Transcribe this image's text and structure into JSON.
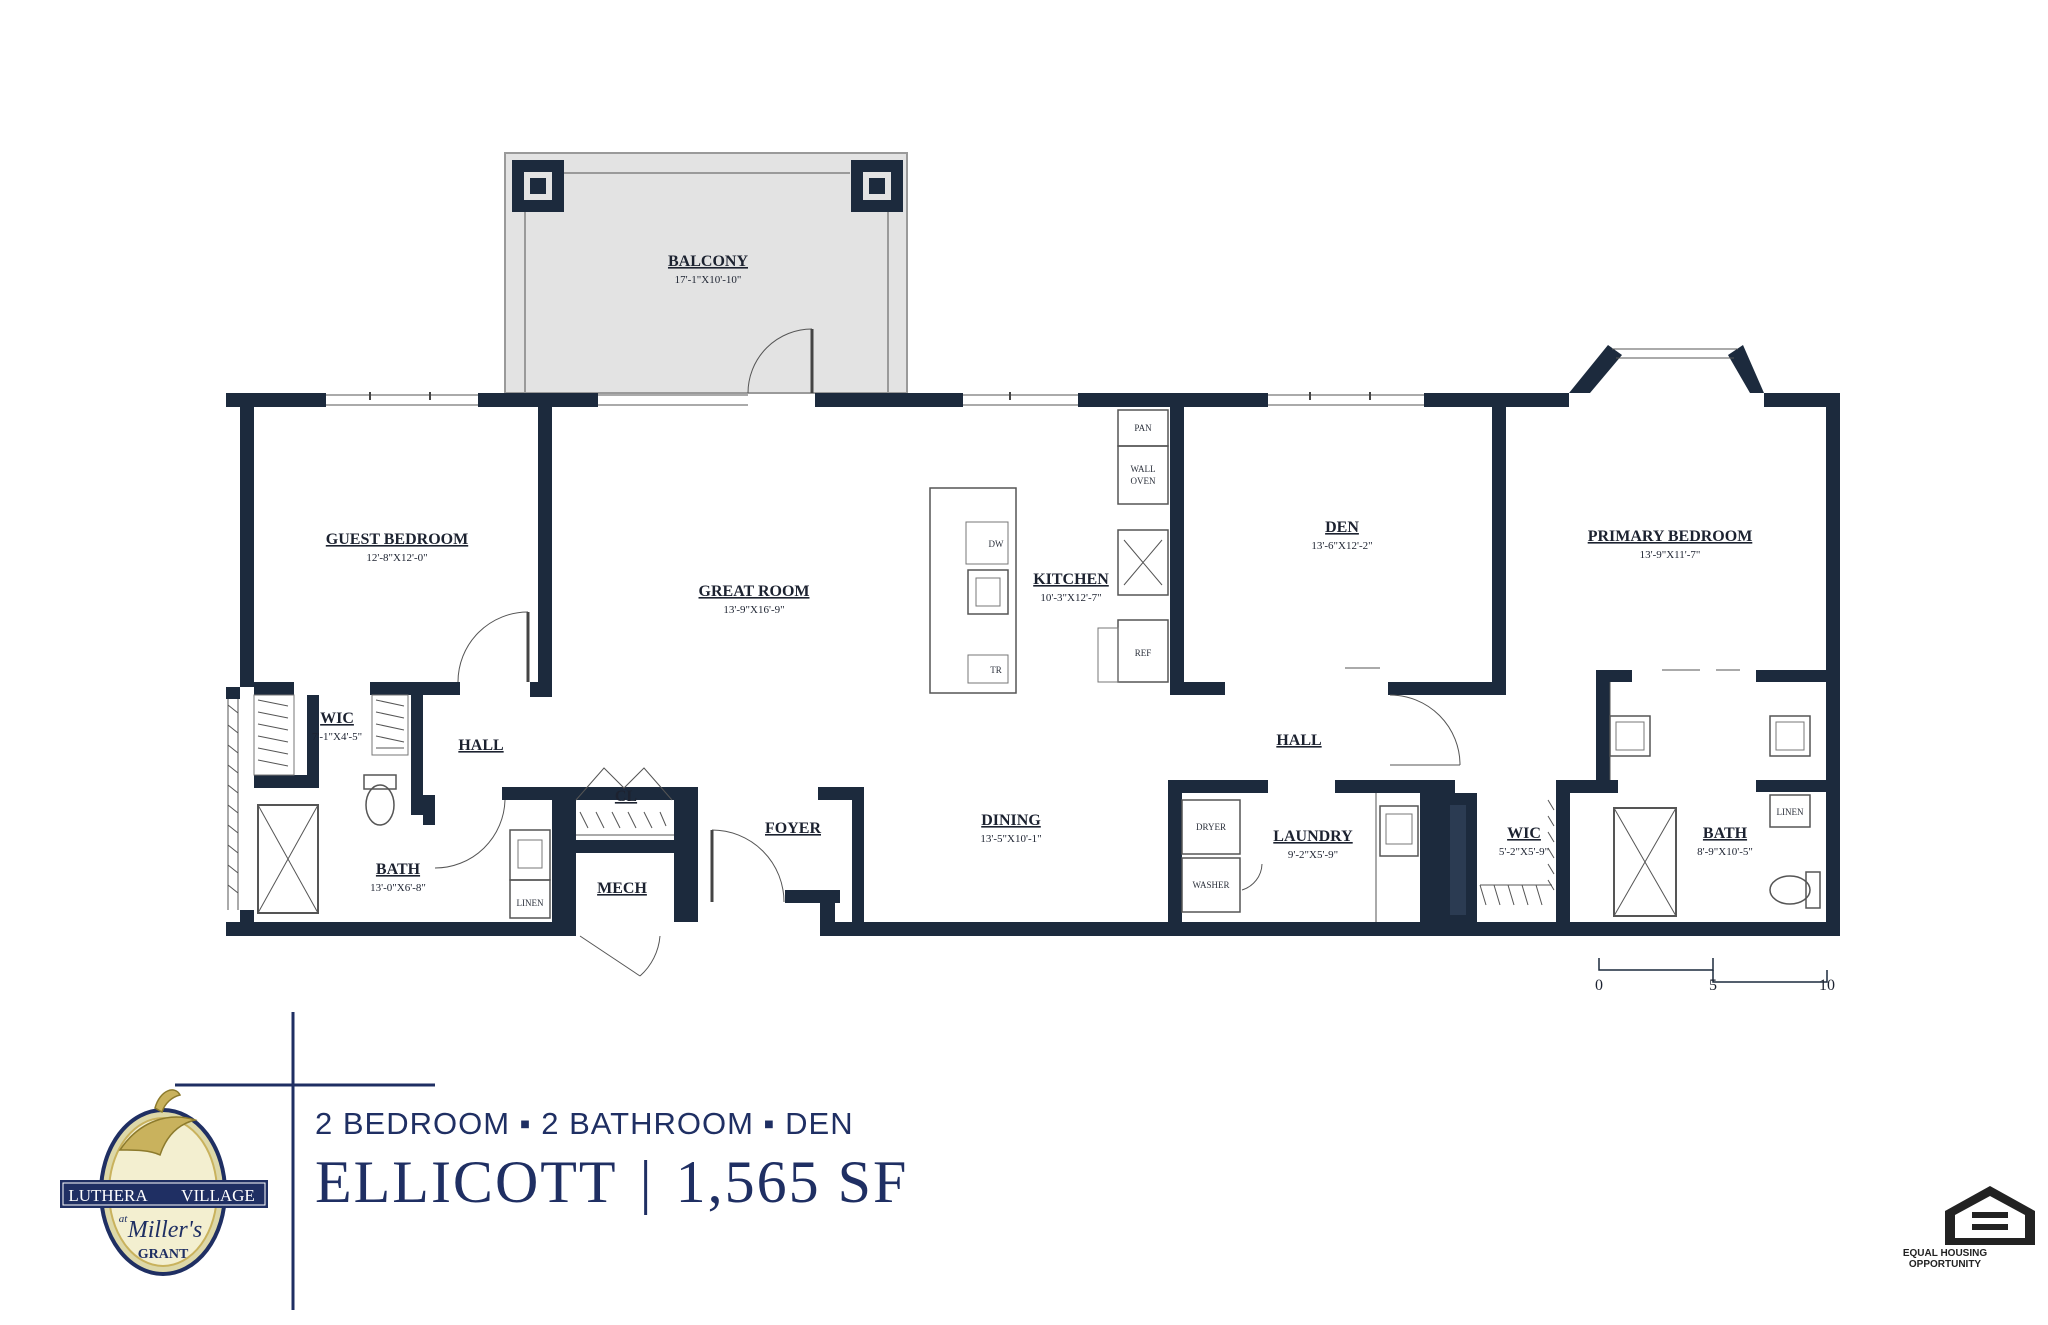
{
  "rooms": {
    "balcony": {
      "name": "BALCONY",
      "dims": "17'-1\"X10'-10\""
    },
    "guest_bedroom": {
      "name": "GUEST BEDROOM",
      "dims": "12'-8\"X12'-0\""
    },
    "great_room": {
      "name": "GREAT ROOM",
      "dims": "13'-9\"X16'-9\""
    },
    "kitchen": {
      "name": "KITCHEN",
      "dims": "10'-3\"X12'-7\""
    },
    "den": {
      "name": "DEN",
      "dims": "13'-6\"X12'-2\""
    },
    "primary_bedroom": {
      "name": "PRIMARY BEDROOM",
      "dims": "13'-9\"X11'-7\""
    },
    "wic_guest": {
      "name": "WIC",
      "dims": "7'-1\"X4'-5\""
    },
    "hall_left": {
      "name": "HALL"
    },
    "hall_right": {
      "name": "HALL"
    },
    "bath_guest": {
      "name": "BATH",
      "dims": "13'-0\"X6'-8\""
    },
    "cl": {
      "name": "CL"
    },
    "mech": {
      "name": "MECH"
    },
    "foyer": {
      "name": "FOYER"
    },
    "dining": {
      "name": "DINING",
      "dims": "13'-5\"X10'-1\""
    },
    "laundry": {
      "name": "LAUNDRY",
      "dims": "9'-2\"X5'-9\""
    },
    "wic_primary": {
      "name": "WIC",
      "dims": "5'-2\"X5'-9\""
    },
    "bath_primary": {
      "name": "BATH",
      "dims": "8'-9\"X10'-5\""
    }
  },
  "fixtures": {
    "pan": "PAN",
    "wall_oven_1": "WALL",
    "wall_oven_2": "OVEN",
    "dw": "DW",
    "tr": "TR",
    "ref": "REF",
    "linen_left": "LINEN",
    "linen_right": "LINEN",
    "dryer": "DRYER",
    "washer": "WASHER"
  },
  "scale": {
    "labels": [
      "0",
      "5",
      "10"
    ]
  },
  "footer": {
    "subtitle": "2 BEDROOM ▪ 2 BATHROOM ▪ DEN",
    "title_name": "ELLICOTT",
    "title_sep": "|",
    "title_area": "1,565 SF"
  },
  "logo": {
    "line1_a": "LUTHERA",
    "line1_b": "VILLAGE",
    "line2": "at",
    "line3": "Miller's",
    "line4": "GRANT"
  },
  "equal_housing": {
    "line1": "EQUAL HOUSING",
    "line2": "OPPORTUNITY"
  },
  "colors": {
    "navy": "#1f2f63",
    "wall": "#1c2a3d",
    "balcony": "#e3e3e3"
  }
}
